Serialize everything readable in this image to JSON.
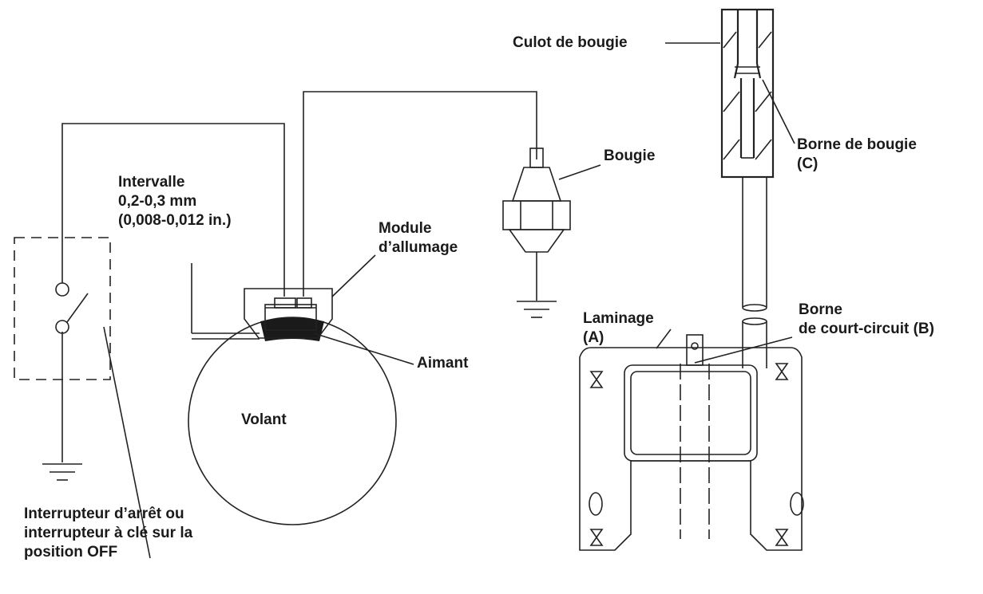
{
  "labels": {
    "culot": "Culot de bougie",
    "borne_bougie_1": "Borne de bougie",
    "borne_bougie_2": "(C)",
    "bougie": "Bougie",
    "intervalle_1": "Intervalle",
    "intervalle_2": "0,2-0,3 mm",
    "intervalle_3": "(0,008-0,012 in.)",
    "module_1": "Module",
    "module_2": "d’allumage",
    "aimant": "Aimant",
    "volant": "Volant",
    "laminage_1": "Laminage",
    "laminage_2": "(A)",
    "borne_cc_1": "Borne",
    "borne_cc_2": "de court-circuit (B)",
    "interrupteur_1": "Interrupteur d’arrêt ou",
    "interrupteur_2": "interrupteur à clé sur la",
    "interrupteur_3": "position OFF"
  },
  "colors": {
    "line": "#222222",
    "magnet": "#1a1a1a",
    "background": "#ffffff"
  }
}
